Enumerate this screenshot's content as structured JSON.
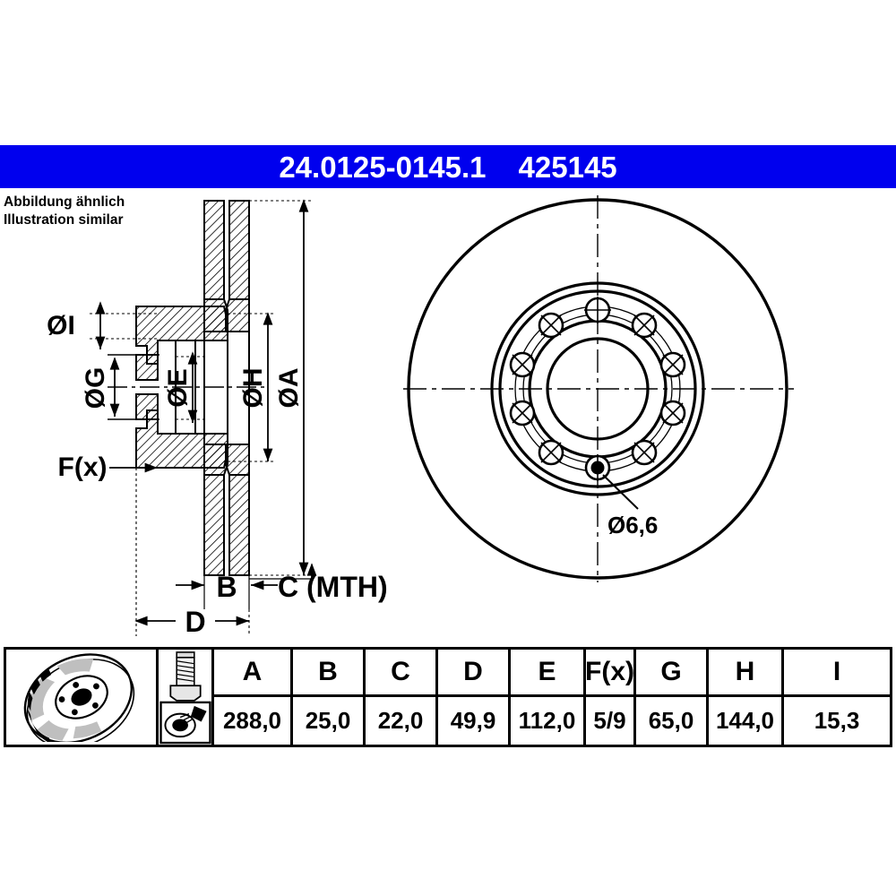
{
  "header": {
    "part_number": "24.0125-0145.1",
    "reference_number": "425145",
    "bar_color": "#0000EE",
    "text_color": "#FFFFFF"
  },
  "note": {
    "line_de": "Abbildung ähnlich",
    "line_en": "Illustration similar"
  },
  "drawing": {
    "section_view": {
      "labels": [
        {
          "id": "I",
          "text": "ØI",
          "orientation": "horizontal"
        },
        {
          "id": "G",
          "text": "ØG",
          "orientation": "vertical"
        },
        {
          "id": "E",
          "text": "ØE",
          "orientation": "vertical"
        },
        {
          "id": "H",
          "text": "ØH",
          "orientation": "vertical"
        },
        {
          "id": "A",
          "text": "ØA",
          "orientation": "vertical"
        },
        {
          "id": "F",
          "text": "F(x)",
          "orientation": "horizontal"
        },
        {
          "id": "B",
          "text": "B",
          "orientation": "horizontal"
        },
        {
          "id": "C",
          "text": "C (MTH)",
          "orientation": "horizontal"
        },
        {
          "id": "D",
          "text": "D",
          "orientation": "horizontal"
        }
      ]
    },
    "front_view": {
      "hole_callout": "Ø6,6",
      "bolt_hole_count": 10
    }
  },
  "spec_table": {
    "icons": {
      "disc": "brake-disc-icon",
      "bolt": "bolt-icon",
      "coating": "coated-disc-icon"
    },
    "headers": [
      "A",
      "B",
      "C",
      "D",
      "E",
      "F(x)",
      "G",
      "H",
      "I"
    ],
    "values": [
      "288,0",
      "25,0",
      "22,0",
      "49,9",
      "112,0",
      "5/9",
      "65,0",
      "144,0",
      "15,3"
    ]
  }
}
